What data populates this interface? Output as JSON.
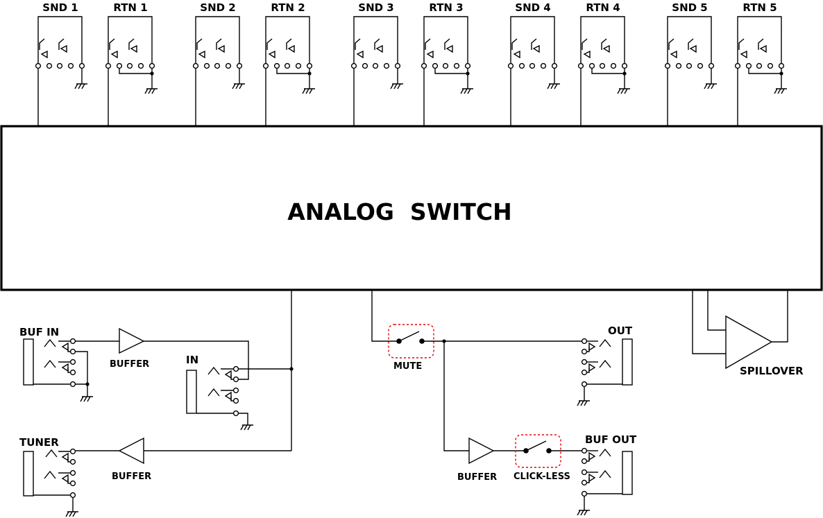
{
  "top_jacks": [
    "SND 1",
    "RTN 1",
    "SND 2",
    "RTN 2",
    "SND 3",
    "RTN 3",
    "SND 4",
    "RTN 4",
    "SND 5",
    "RTN 5"
  ],
  "main_block": "ANALOG  SWITCH",
  "jacks": {
    "buf_in": "BUF IN",
    "input": "IN",
    "tuner": "TUNER",
    "output": "OUT",
    "buf_out": "BUF OUT"
  },
  "blocks": {
    "buffer_in": "BUFFER",
    "buffer_tuner": "BUFFER",
    "buffer_out": "BUFFER",
    "mute": "MUTE",
    "clickless": "CLICK-LESS",
    "spillover": "SPILLOVER"
  },
  "colors": {
    "line": "#000000",
    "highlight": "#e60000",
    "background": "#ffffff"
  }
}
